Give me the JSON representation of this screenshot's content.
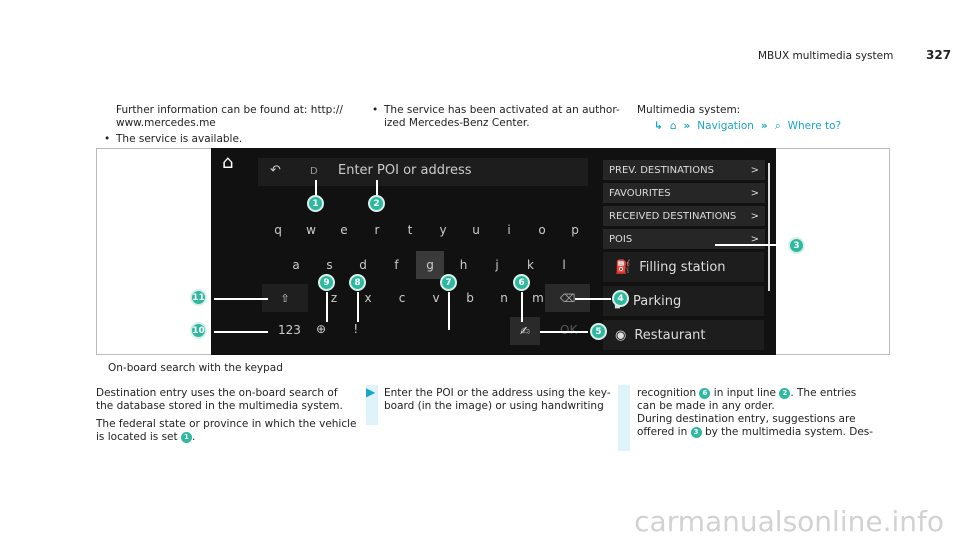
{
  "header": {
    "title": "MBUX multimedia system",
    "page": "327"
  },
  "col1": {
    "line1": "Further information can be found at: http://",
    "line2": "www.mercedes.me",
    "bullet": "The service is available."
  },
  "col2": {
    "bullet_line1": "The service has been activated at an author-",
    "bullet_line2": "ized Mercedes-Benz Center."
  },
  "col3": {
    "line1": "Multimedia system:",
    "nav_navigation": "Navigation",
    "nav_where": "Where to?"
  },
  "screen": {
    "input_marker": "D",
    "input_placeholder": "Enter POI or address",
    "rows": [
      [
        "q",
        "w",
        "e",
        "r",
        "t",
        "y",
        "u",
        "i",
        "o",
        "p"
      ],
      [
        "a",
        "s",
        "d",
        "f",
        "g",
        "h",
        "j",
        "k",
        "l"
      ],
      [
        "z",
        "x",
        "c",
        "v",
        "b",
        "n",
        "m"
      ]
    ],
    "numbers_key": "123",
    "ok_key": "OK",
    "menu": [
      "PREV. DESTINATIONS",
      "FAVOURITES",
      "RECEIVED DESTINATIONS",
      "POIS"
    ],
    "categories": [
      "Filling station",
      "Parking",
      "Restaurant"
    ],
    "callouts": [
      "1",
      "2",
      "3",
      "4",
      "5",
      "6",
      "7",
      "8",
      "9",
      "10",
      "11"
    ]
  },
  "caption": "On-board search with the keypad",
  "body1": {
    "p1_line1": "Destination entry uses the on-board search of",
    "p1_line2": "the database stored in the multimedia system.",
    "p2_line1": "The federal state or province in which the vehicle",
    "p2_line2": "is located is set",
    "p2_end": "."
  },
  "body2": {
    "line1": "Enter the POI or the address using the key-",
    "line2": "board (in the image) or using handwriting"
  },
  "body3": {
    "line1a": "recognition",
    "line1b": "in input line",
    "line1c": ". The entries",
    "line2": "can be made in any order.",
    "line3": "During destination entry, suggestions are",
    "line4a": "offered in",
    "line4b": "by the multimedia system. Des-"
  },
  "watermark": "carmanualsonline.info"
}
